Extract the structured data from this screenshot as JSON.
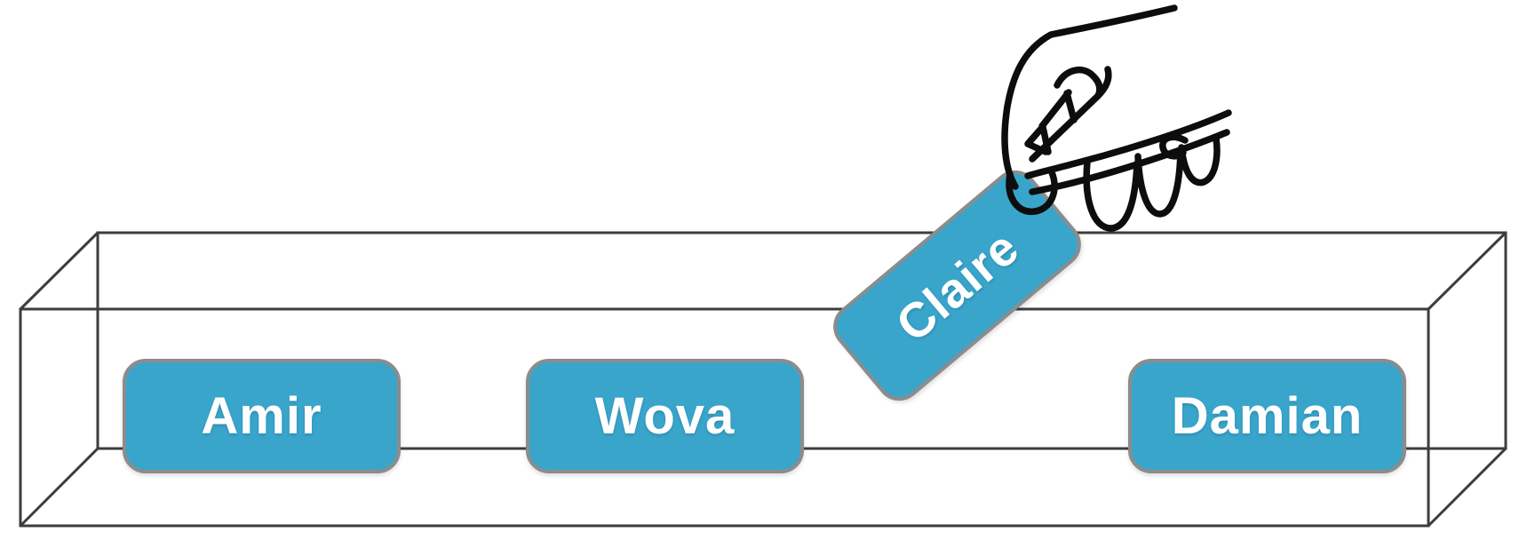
{
  "box": {
    "items": [
      {
        "label": "Amir"
      },
      {
        "label": "Wova"
      },
      {
        "label": "Damian"
      }
    ]
  },
  "drag": {
    "item": {
      "label": "Claire"
    }
  },
  "icons": {
    "hand": "hand-pinch-icon"
  },
  "colors": {
    "tile_fill": "#39a5cb",
    "tile_border": "#8c8c8c",
    "tile_text": "#ffffff",
    "box_line": "#3d3d3d",
    "hand_line": "#0d0d0d",
    "background": "#ffffff"
  }
}
